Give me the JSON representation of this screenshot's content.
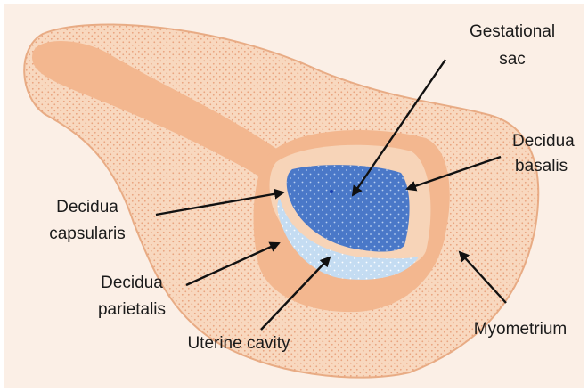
{
  "labels": {
    "gestational_sac": [
      "Gestational",
      "sac"
    ],
    "decidua_basalis": [
      "Decidua",
      "basalis"
    ],
    "decidua_capsularis": [
      "Decidua",
      "capsularis"
    ],
    "decidua_parietalis": [
      "Decidua",
      "parietalis"
    ],
    "uterine_cavity": "Uterine cavity",
    "myometrium": "Myometrium"
  },
  "colors": {
    "background_panel": "#fbefe6",
    "myometrium": "#f8d8bf",
    "myometrium_dots": "#e9a37e",
    "outline": "#e8ac85",
    "endometrium": "#f3b78f",
    "decidua_capsularis": "#f7d4b8",
    "gestational_sac": "#4a78c8",
    "gestational_sac_dots": "#b9cff0",
    "uterine_cavity": "#c4dcf2",
    "uterine_cavity_dots": "#ffffff",
    "arrow": "#111111"
  }
}
